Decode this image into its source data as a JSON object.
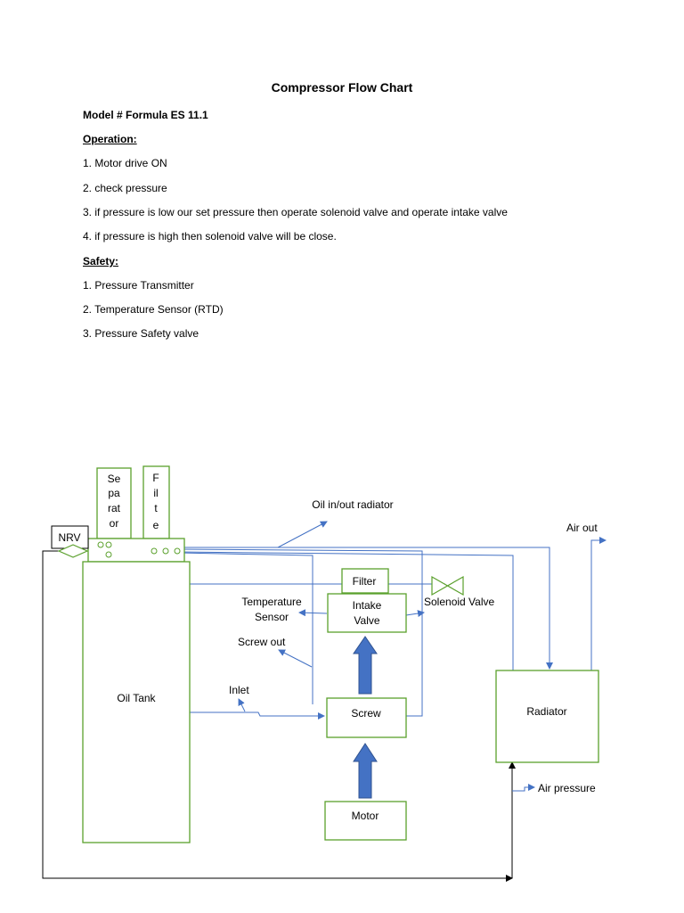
{
  "doc": {
    "title": "Compressor Flow Chart",
    "model": "Model # Formula ES 11.1",
    "operation_heading": "Operation:",
    "operation_steps": [
      "1. Motor drive ON",
      "2. check pressure",
      "3. if pressure is low our set pressure then operate solenoid valve and operate intake valve",
      "4. if pressure is high then solenoid valve will be close."
    ],
    "safety_heading": "Safety:",
    "safety_items": [
      "1. Pressure Transmitter",
      "2. Temperature Sensor (RTD)",
      "3. Pressure Safety valve"
    ]
  },
  "diagram": {
    "separator_lines": [
      "Se",
      "pa",
      "rat",
      "or"
    ],
    "filter_v_lines": [
      "F",
      "il",
      "t",
      "e"
    ],
    "nrv": "NRV",
    "oil_tank": "Oil Tank",
    "oil_inout": "Oil in/out radiator",
    "filter": "Filter",
    "intake_lines": [
      "Intake",
      "Valve"
    ],
    "temp_lines": [
      "Temperature",
      "Sensor"
    ],
    "solenoid": "Solenoid Valve",
    "screw_out": "Screw out",
    "inlet": "Inlet",
    "screw": "Screw",
    "motor": "Motor",
    "radiator": "Radiator",
    "air_out": "Air out",
    "air_pressure": "Air pressure",
    "colors": {
      "box_border": "#5aa02c",
      "flow_line": "#4472c4",
      "arrow_fill": "#4472c4",
      "black_line": "#000000"
    }
  }
}
